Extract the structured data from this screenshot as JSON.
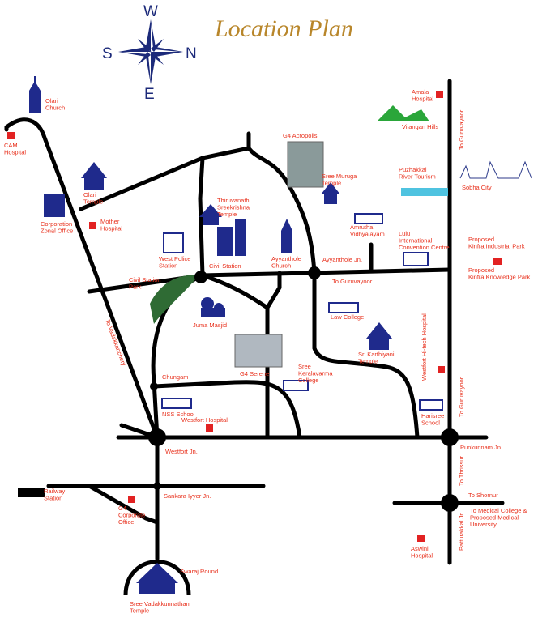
{
  "title": "Location Plan",
  "compass": {
    "top": "W",
    "left": "S",
    "right": "N",
    "bottom": "E"
  },
  "colors": {
    "road": "#000000",
    "label": "#e8301c",
    "icon": "#1f2a8c",
    "title": "#b8862a",
    "park": "#2f6b34",
    "hospital": "#e22222",
    "water": "#4fc3e0"
  },
  "places": {
    "olari_church": "Olari\nChurch",
    "cam_hospital": "CAM\nHospital",
    "olari_temple": "Olari\nTemple",
    "corporation_office": "Corporation\nZonal Office",
    "mother_hospital": "Mother\nHospital",
    "g4_acropolis": "G4 Acropolis",
    "sree_muruga": "Sree Muruga\nTemple",
    "thiruvanath": "Thiruvanath\nSreekrishna\nTemple",
    "west_police": "West Police\nStation",
    "civil_station": "Civil Station",
    "civil_station_park": "Civil Station\nPark",
    "ayyanthole_church": "Ayyanthole\nChurch",
    "ayyanthole_jn": "Ayyanthole Jn.",
    "to_guruvayoor_mid": "To Guruvayoor",
    "juma_masjid": "Juma Masjid",
    "amala_hospital": "Amala\nHospital",
    "vilangan_hills": "Vilangan Hills",
    "to_guruvayoor_top": "To Guruvayoor",
    "puzhakkal": "Puzhakkal\nRiver Tourism",
    "sobha_city": "Sobha City",
    "amrutha": "Amrutha\nVidhyalayam",
    "lulu": "Lulu\nInternational\nConvention Centre",
    "kinfra_industrial": "Proposed\nKinfra Industrial Park",
    "kinfra_knowledge": "Proposed\nKinfra Knowledge Park",
    "law_college": "Law College",
    "karthiyani": "Sri Karthiyani\nTemple",
    "westfort_hitech": "Westfort Hi-tech\nHospital",
    "to_vadakkanchery": "To Vadakkanchery",
    "g4_serene": "G4 Serene",
    "keralavarma": "Sree\nKeralavarma\nCollege",
    "chungam": "Chungam",
    "nss_school": "NSS School",
    "westfort_hospital": "Westfort Hospital",
    "harisree": "Harisree\nSchool",
    "to_guruvayoor_right": "To Guruvayoor",
    "westfort_jn": "Westfort Jn.",
    "punkunnam_jn": "Punkunnam Jn.",
    "railway_station": "Railway\nStation",
    "sankara_iyyer": "Sankara Iyyer Jn.",
    "g4_corporate": "G4\nCorporate\nOffice",
    "to_thrissur": "To Thrissur",
    "to_shornur": "To Shornur",
    "to_medical": "To Medical College &\nProposed Medical\nUniversity",
    "patturakkal": "Patturakkal Jn.",
    "aswini": "Aswini\nHospital",
    "swaraj_round": "Swaraj Round",
    "vadakkunnathan": "Sree Vadakkunnathan\nTemple"
  }
}
